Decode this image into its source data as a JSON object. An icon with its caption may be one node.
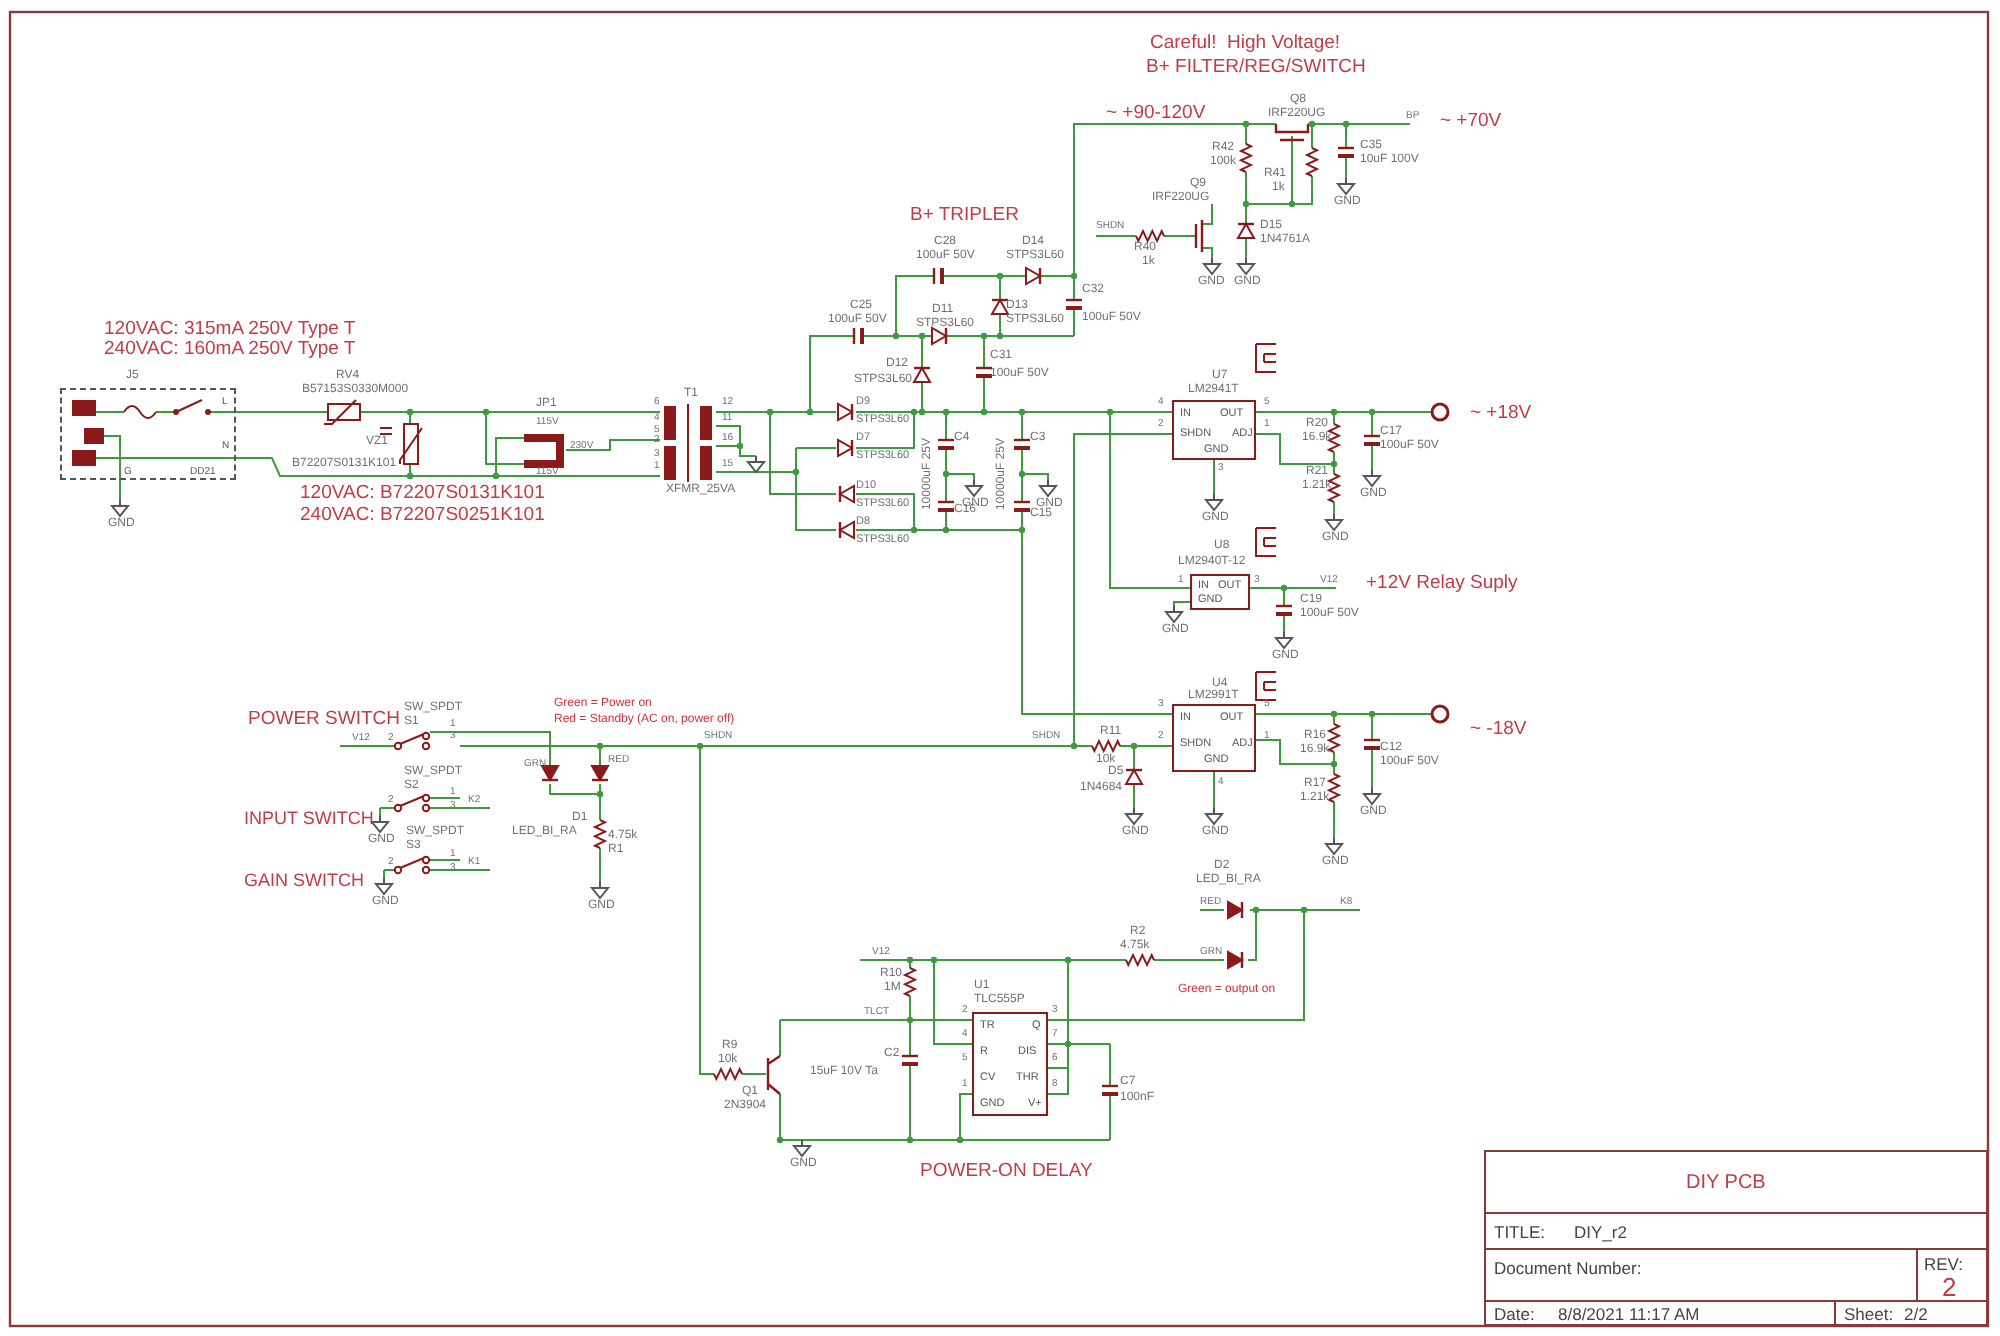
{
  "diagram": {
    "nodes": [
      {
        "text": [
          "J5",
          "L",
          "N",
          "G",
          "DD21"
        ]
      },
      {
        "text": [
          "U7",
          "LM2941T",
          "IN",
          "OUT",
          "SHDN",
          "GND",
          "ADJ"
        ],
        "beside": [
          "4",
          "5",
          "2",
          "1",
          "3"
        ]
      },
      {
        "text": [
          "U8",
          "LM2940T-12",
          "IN",
          "OUT",
          "GND"
        ],
        "beside": [
          "1",
          "3"
        ]
      },
      {
        "text": [
          "U4",
          "LM2991T",
          "IN",
          "OUT",
          "SHDN",
          "GND",
          "ADJ"
        ],
        "beside": [
          "3",
          "5",
          "2",
          "1",
          "4"
        ]
      },
      {
        "text": [
          "U1",
          "TLC555P",
          "TR",
          "Q",
          "R",
          "DIS",
          "CV",
          "THR",
          "GND",
          "V+"
        ],
        "beside": [
          "2",
          "3",
          "4",
          "7",
          "5",
          "6",
          "1",
          "8"
        ]
      },
      {
        "text": [
          "DIY PCB"
        ]
      },
      {
        "text": [
          "TITLE:",
          "DIY_r2"
        ]
      },
      {
        "text": [
          "Document Number:"
        ]
      },
      {
        "text": [
          "REV:",
          "2"
        ]
      },
      {
        "text": [
          "Date:",
          "8/8/2021 11:17 AM"
        ]
      },
      {
        "text": [
          "Sheet:",
          "2/2"
        ]
      }
    ],
    "edges": [
      {
        "from": 1,
        "to": 2,
        "arrow": "none"
      },
      {
        "from": 1,
        "to": 3,
        "arrow": "none"
      },
      {
        "from": null,
        "to": 3,
        "arrow": "none"
      }
    ],
    "labels": [
      "Careful!  High Voltage!",
      "B+ FILTER/REG/SWITCH",
      "Q8",
      "~ +90-120V",
      "IRF220UG",
      "BP",
      "~ +70V",
      "R42",
      "C35",
      "100k",
      "10uF 100V",
      "R41",
      "Q9",
      "1k",
      "IRF220UG",
      "GND",
      "B+ TRIPLER",
      "D15",
      "SHDN",
      "1N4761A",
      "C28",
      "D14",
      "R40",
      "100uF 50V",
      "STPS3L60",
      "1k",
      "GND",
      "GND",
      "C32",
      "C25",
      "D13",
      "D11",
      "100uF 50V",
      "STPS3L60",
      "100uF 50V",
      "STPS3L60",
      "120VAC: 315mA 250V Type T",
      "240VAC: 160mA 250V Type T",
      "C31",
      "D12",
      "100uF 50V",
      "RV4",
      "STPS3L60",
      "B57153S0330M000",
      "T1",
      "JP1",
      "6",
      "12",
      "D9",
      "~ +18V",
      "STPS3L60",
      "115V",
      "4",
      "11",
      "R20",
      "5",
      "C17",
      "16.9k",
      "D7",
      "C4",
      "C3",
      "2",
      "16",
      "VZ1",
      "230V",
      "100uF 50V",
      "10000uF 25V",
      "10000uF 25V",
      "STPS3L60",
      "3",
      "B72207S0131K101",
      "1",
      "15",
      "R21",
      "115V",
      "1.21k",
      "GND",
      "XFMR_25VA",
      "120VAC: B72207S0131K101",
      "D10",
      "GND",
      "GND",
      "STPS3L60",
      "C16",
      "240VAC: B72207S0251K101",
      "C15",
      "GND",
      "GND",
      "D8",
      "GND",
      "STPS3L60",
      "+12V Relay Suply",
      "V12",
      "C19",
      "100uF 50V",
      "GND",
      "GND",
      "Green = Power on",
      "SW_SPDT",
      "POWER SWITCH",
      "S1",
      "Red = Standby (AC on, power off)",
      "~ -18V",
      "1",
      "R11",
      "R16",
      "SHDN",
      "SHDN",
      "V12",
      "2",
      "3",
      "C12",
      "16.9k",
      "100uF 50V",
      "10k",
      "SW_SPDT",
      "GRN",
      "RED",
      "D5",
      "S2",
      "R17",
      "1N4684",
      "GND",
      "1.21k",
      "2",
      "1",
      "3",
      "K2",
      "INPUT SWITCH",
      "D1",
      "GND",
      "GND",
      "SW_SPDT",
      "GND",
      "LED_BI_RA",
      "4.75k",
      "S3",
      "GND",
      "R1",
      "D2",
      "2",
      "1",
      "3",
      "K1",
      "GAIN SWITCH",
      "LED_BI_RA",
      "GND",
      "GND",
      "RED",
      "K8",
      "R2",
      "4.75k",
      "V12",
      "GRN",
      "R10",
      "1M",
      "Green = output on",
      "TLCT",
      "R9",
      "10k",
      "C2",
      "15uF 10V Ta",
      "Q1",
      "C7",
      "100nF",
      "2N3904",
      "GND",
      "POWER-ON DELAY"
    ]
  }
}
